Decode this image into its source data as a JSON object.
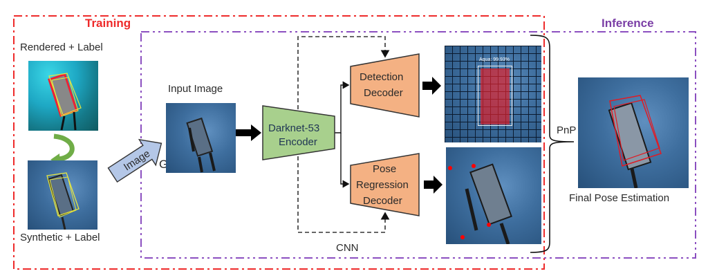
{
  "sections": {
    "training": {
      "title": "Training",
      "color": "#ee2a2a"
    },
    "inference": {
      "title": "Inference",
      "color": "#7b3fa6"
    }
  },
  "left_column": {
    "rendered_label": "Rendered + Label",
    "generator_label": "G",
    "synthetic_label": "Synthetic + Label"
  },
  "image_arrow_label": "Image",
  "input_image_label": "Input Image",
  "cnn": {
    "label": "CNN",
    "encoder": {
      "line1": "Darknet-53",
      "line2": "Encoder",
      "color": "#a8d08d"
    },
    "detection_decoder": {
      "line1": "Detection",
      "line2": "Decoder",
      "color": "#f4b183"
    },
    "pose_decoder": {
      "line1": "Pose",
      "line2": "Regression",
      "line3": "Decoder",
      "color": "#f4b183"
    }
  },
  "detection_output": {
    "box_label": "Aqua: 99.93%"
  },
  "pnp_label": "PnP",
  "final_label": "Final Pose Estimation"
}
